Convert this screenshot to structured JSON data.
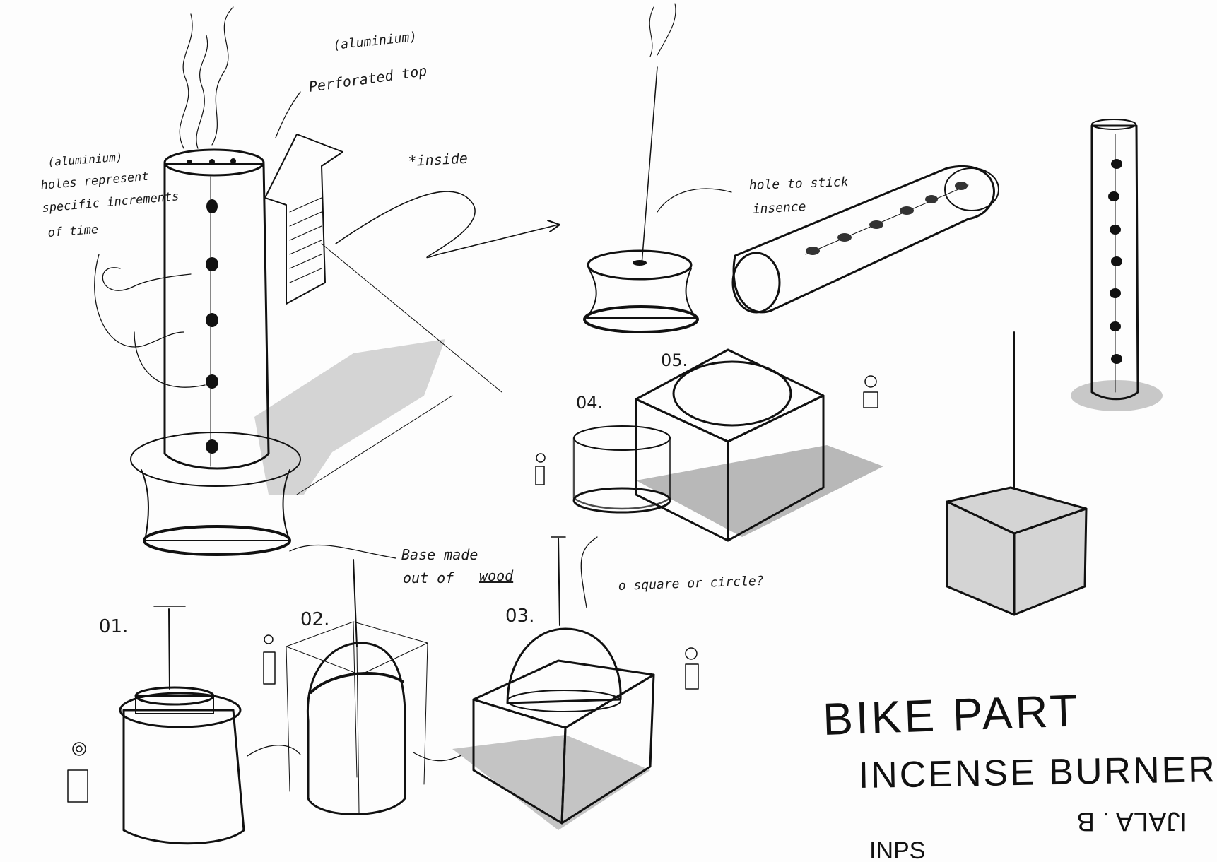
{
  "annotations": {
    "aluminium_top": "(aluminium)",
    "perforated_top": "Perforated top",
    "inside": "*inside",
    "aluminium_left": "(aluminium)",
    "holes_line1": "holes represent",
    "holes_line2": "specific increments",
    "holes_line3": "of time",
    "hole_to_stick": "hole to stick",
    "incense": "insence",
    "base_line1": "Base made",
    "base_line2": "out of",
    "base_wood": "wood",
    "square_or_circle": "o square or circle?"
  },
  "labels": {
    "n01": "01.",
    "n02": "02.",
    "n03": "03.",
    "n04": "04.",
    "n05": "05."
  },
  "title": {
    "line1": "BIKE PART",
    "line2": "INCENSE BURNER",
    "mirrored_a": "INPS",
    "mirrored_b": "IJALA . B"
  },
  "colors": {
    "ink": "#111111",
    "shade_light": "#d2d2d2",
    "shade_mid": "#a9a9a9",
    "shade_dark": "#6e6e6e",
    "paper": "#fdfdfd"
  }
}
